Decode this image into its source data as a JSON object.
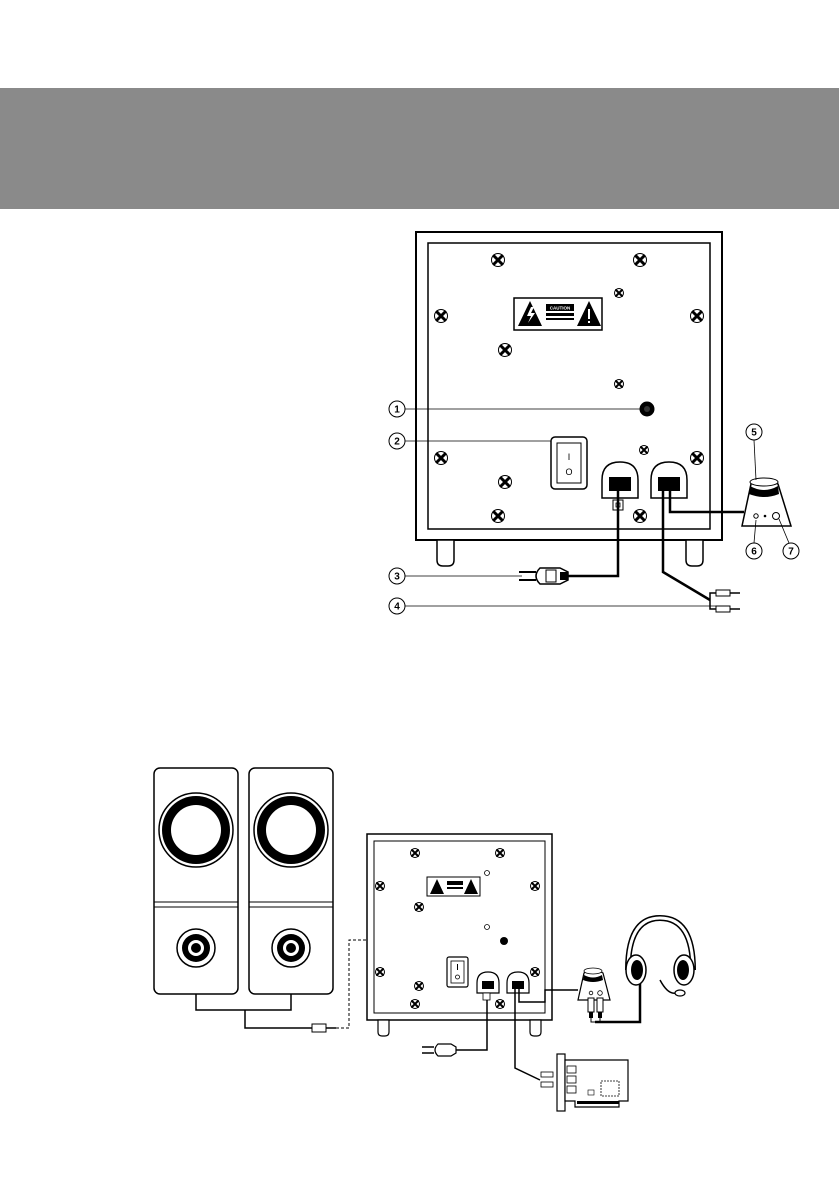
{
  "diagram": {
    "callouts": [
      {
        "id": "1",
        "label": "1"
      },
      {
        "id": "2",
        "label": "2"
      },
      {
        "id": "3",
        "label": "3"
      },
      {
        "id": "4",
        "label": "4"
      },
      {
        "id": "5",
        "label": "5"
      },
      {
        "id": "6",
        "label": "6"
      },
      {
        "id": "7",
        "label": "7"
      }
    ],
    "warning_label": {
      "title": "CAUTION",
      "subtitle": "RISK OF ELECTRIC SHOCK"
    },
    "power_switch": {
      "on_symbol": "I",
      "off_symbol": "O"
    }
  },
  "colors": {
    "header_band": "#8a8a8a",
    "line": "#000000"
  }
}
